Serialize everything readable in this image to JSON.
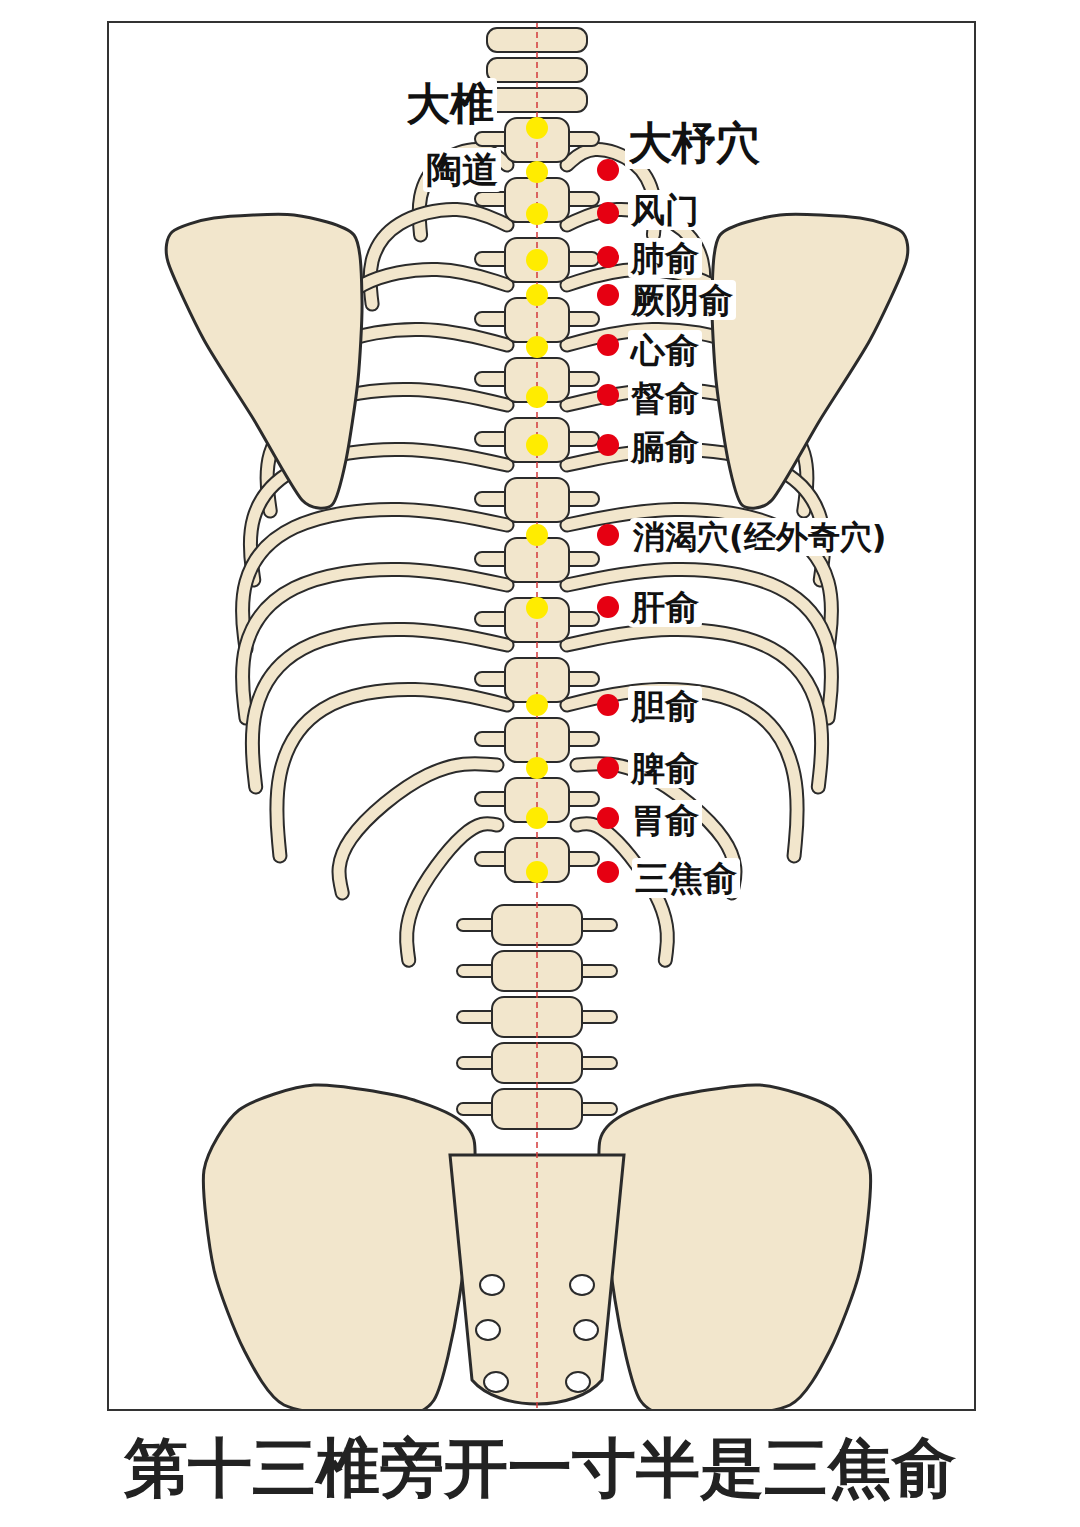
{
  "diagram": {
    "caption": "第十三椎旁开一寸半是三焦俞",
    "labels": [
      "大椎",
      "陶道",
      "大杼穴",
      "风门",
      "肺俞",
      "厥阴俞",
      "心俞",
      "督俞",
      "膈俞",
      "消渴穴(经外奇穴)",
      "肝俞",
      "胆俞",
      "脾俞",
      "胃俞",
      "三焦俞"
    ]
  }
}
